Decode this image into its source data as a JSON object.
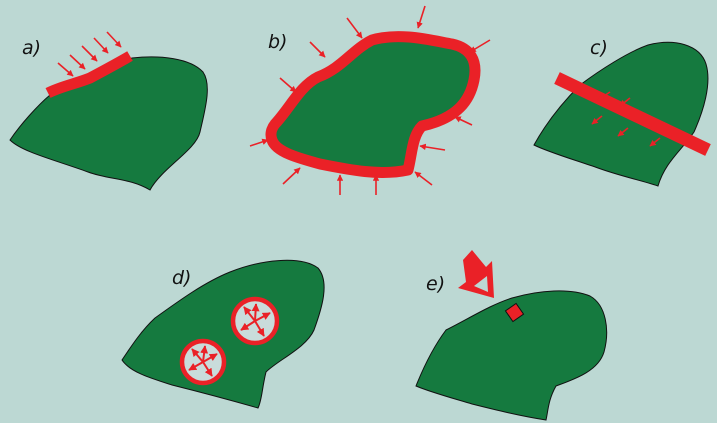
{
  "colors": {
    "background": "#bcd8d3",
    "region": "#157a3f",
    "load": "#ea2127",
    "hole_fill": "#c9dcdb"
  },
  "panels": [
    {
      "id": "a",
      "label": "a)"
    },
    {
      "id": "b",
      "label": "b)"
    },
    {
      "id": "c",
      "label": "c)"
    },
    {
      "id": "d",
      "label": "d)"
    },
    {
      "id": "e",
      "label": "e)"
    }
  ]
}
